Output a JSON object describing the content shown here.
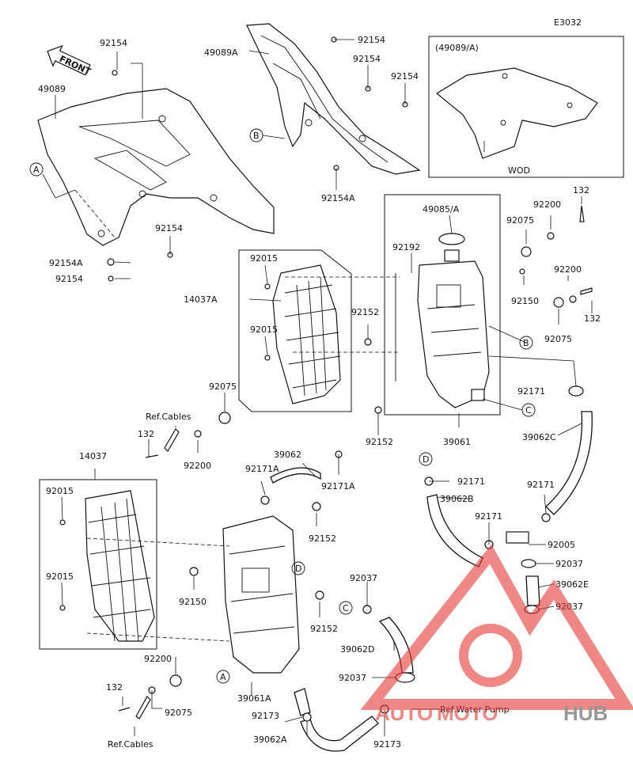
{
  "diagram_code": "E3032",
  "front_label": "FRONT",
  "inset": {
    "title": "(49089/A)",
    "caption": "WOD"
  },
  "callouts": [
    "A",
    "B",
    "C",
    "D"
  ],
  "watermark": {
    "text_auto": "AUTO",
    "text_moto": "MOTO",
    "text_hub": "HUB",
    "color_red": "#e53935",
    "color_gray": "#555555"
  },
  "parts": {
    "p49089": "49089",
    "p49089A": "49089A",
    "p49085A": "49085/A",
    "p14037A": "14037A",
    "p14037": "14037",
    "p39061": "39061",
    "p39061A": "39061A",
    "p39062": "39062",
    "p39062A": "39062A",
    "p39062B": "39062B",
    "p39062C": "39062C",
    "p39062D": "39062D",
    "p39062E": "39062E",
    "p92154": "92154",
    "p92154A": "92154A",
    "p92015": "92015",
    "p92192": "92192",
    "p92152": "92152",
    "p92150": "92150",
    "p92075": "92075",
    "p92200": "92200",
    "p132": "132",
    "p92171": "92171",
    "p92171A": "92171A",
    "p92173": "92173",
    "p92037": "92037",
    "p92005": "92005",
    "ref_cables": "Ref.Cables",
    "ref_water_pump": "Ref.Water Pump"
  }
}
